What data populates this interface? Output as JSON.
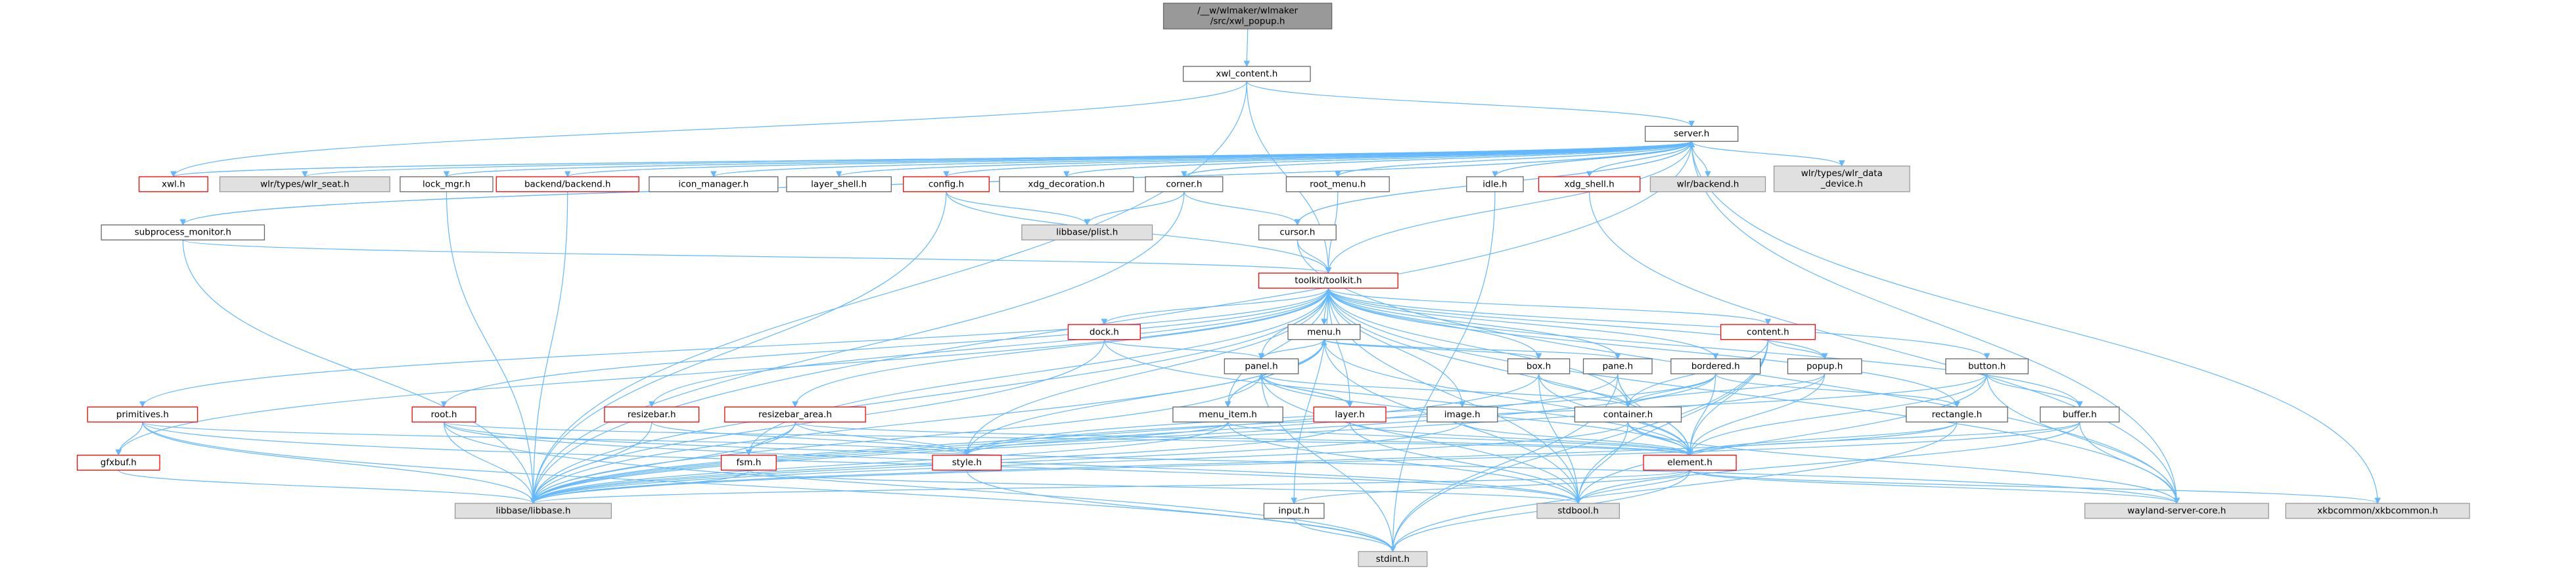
{
  "diagram": {
    "title": "",
    "colors": {
      "node_fill": "#ffffff",
      "node_stroke": "#666666",
      "node_text": "#000000",
      "external_fill": "#e0e0e0",
      "external_stroke": "#999999",
      "root_fill": "#999999",
      "root_stroke": "#666666",
      "incomplete_stroke": "#ff0000",
      "edge": "#63b8ff"
    },
    "nodes": [
      {
        "id": "root",
        "lines": [
          "/__w/wlmaker/wlmaker",
          "/src/xwl_popup.h"
        ],
        "kind": "root"
      },
      {
        "id": "xwl_content",
        "lines": [
          "xwl_content.h"
        ],
        "kind": "normal"
      },
      {
        "id": "server",
        "lines": [
          "server.h"
        ],
        "kind": "normal"
      },
      {
        "id": "xwl",
        "lines": [
          "xwl.h"
        ],
        "kind": "incomplete"
      },
      {
        "id": "wlr_seat",
        "lines": [
          "wlr/types/wlr_seat.h"
        ],
        "kind": "external"
      },
      {
        "id": "lock_mgr",
        "lines": [
          "lock_mgr.h"
        ],
        "kind": "normal"
      },
      {
        "id": "backend",
        "lines": [
          "backend/backend.h"
        ],
        "kind": "incomplete"
      },
      {
        "id": "icon_manager",
        "lines": [
          "icon_manager.h"
        ],
        "kind": "normal"
      },
      {
        "id": "layer_shell",
        "lines": [
          "layer_shell.h"
        ],
        "kind": "normal"
      },
      {
        "id": "config",
        "lines": [
          "config.h"
        ],
        "kind": "incomplete"
      },
      {
        "id": "xdg_decoration",
        "lines": [
          "xdg_decoration.h"
        ],
        "kind": "normal"
      },
      {
        "id": "corner",
        "lines": [
          "corner.h"
        ],
        "kind": "normal"
      },
      {
        "id": "root_menu",
        "lines": [
          "root_menu.h"
        ],
        "kind": "normal"
      },
      {
        "id": "idle",
        "lines": [
          "idle.h"
        ],
        "kind": "normal"
      },
      {
        "id": "xdg_shell",
        "lines": [
          "xdg_shell.h"
        ],
        "kind": "incomplete"
      },
      {
        "id": "wlr_backend",
        "lines": [
          "wlr/backend.h"
        ],
        "kind": "external"
      },
      {
        "id": "wlr_data_device",
        "lines": [
          "wlr/types/wlr_data",
          "_device.h"
        ],
        "kind": "external"
      },
      {
        "id": "subprocess_monitor",
        "lines": [
          "subprocess_monitor.h"
        ],
        "kind": "normal"
      },
      {
        "id": "plist",
        "lines": [
          "libbase/plist.h"
        ],
        "kind": "external"
      },
      {
        "id": "cursor",
        "lines": [
          "cursor.h"
        ],
        "kind": "normal"
      },
      {
        "id": "toolkit",
        "lines": [
          "toolkit/toolkit.h"
        ],
        "kind": "incomplete"
      },
      {
        "id": "dock",
        "lines": [
          "dock.h"
        ],
        "kind": "incomplete"
      },
      {
        "id": "menu",
        "lines": [
          "menu.h"
        ],
        "kind": "normal"
      },
      {
        "id": "content",
        "lines": [
          "content.h"
        ],
        "kind": "incomplete"
      },
      {
        "id": "box",
        "lines": [
          "box.h"
        ],
        "kind": "normal"
      },
      {
        "id": "panel",
        "lines": [
          "panel.h"
        ],
        "kind": "normal"
      },
      {
        "id": "pane",
        "lines": [
          "pane.h"
        ],
        "kind": "normal"
      },
      {
        "id": "bordered",
        "lines": [
          "bordered.h"
        ],
        "kind": "normal"
      },
      {
        "id": "popup",
        "lines": [
          "popup.h"
        ],
        "kind": "normal"
      },
      {
        "id": "button",
        "lines": [
          "button.h"
        ],
        "kind": "normal"
      },
      {
        "id": "primitives",
        "lines": [
          "primitives.h"
        ],
        "kind": "incomplete"
      },
      {
        "id": "root_h",
        "lines": [
          "root.h"
        ],
        "kind": "incomplete"
      },
      {
        "id": "resizebar",
        "lines": [
          "resizebar.h"
        ],
        "kind": "incomplete"
      },
      {
        "id": "resizebar_area",
        "lines": [
          "resizebar_area.h"
        ],
        "kind": "incomplete"
      },
      {
        "id": "menu_item",
        "lines": [
          "menu_item.h"
        ],
        "kind": "normal"
      },
      {
        "id": "layer",
        "lines": [
          "layer.h"
        ],
        "kind": "incomplete"
      },
      {
        "id": "image",
        "lines": [
          "image.h"
        ],
        "kind": "normal"
      },
      {
        "id": "container",
        "lines": [
          "container.h"
        ],
        "kind": "normal"
      },
      {
        "id": "rectangle",
        "lines": [
          "rectangle.h"
        ],
        "kind": "normal"
      },
      {
        "id": "buffer",
        "lines": [
          "buffer.h"
        ],
        "kind": "normal"
      },
      {
        "id": "gfxbuf",
        "lines": [
          "gfxbuf.h"
        ],
        "kind": "incomplete"
      },
      {
        "id": "fsm",
        "lines": [
          "fsm.h"
        ],
        "kind": "incomplete"
      },
      {
        "id": "style",
        "lines": [
          "style.h"
        ],
        "kind": "incomplete"
      },
      {
        "id": "element",
        "lines": [
          "element.h"
        ],
        "kind": "incomplete"
      },
      {
        "id": "libbase",
        "lines": [
          "libbase/libbase.h"
        ],
        "kind": "external"
      },
      {
        "id": "input",
        "lines": [
          "input.h"
        ],
        "kind": "normal"
      },
      {
        "id": "stdbool",
        "lines": [
          "stdbool.h"
        ],
        "kind": "external"
      },
      {
        "id": "wayland_server_core",
        "lines": [
          "wayland-server-core.h"
        ],
        "kind": "external"
      },
      {
        "id": "xkbcommon",
        "lines": [
          "xkbcommon/xkbcommon.h"
        ],
        "kind": "external"
      },
      {
        "id": "stdint",
        "lines": [
          "stdint.h"
        ],
        "kind": "external"
      }
    ],
    "edges": [
      [
        "root",
        "xwl_content"
      ],
      [
        "xwl_content",
        "server"
      ],
      [
        "xwl_content",
        "xwl"
      ],
      [
        "xwl_content",
        "toolkit"
      ],
      [
        "xwl_content",
        "libbase"
      ],
      [
        "server",
        "wlr_seat"
      ],
      [
        "server",
        "lock_mgr"
      ],
      [
        "server",
        "backend"
      ],
      [
        "server",
        "icon_manager"
      ],
      [
        "server",
        "layer_shell"
      ],
      [
        "server",
        "config"
      ],
      [
        "server",
        "xdg_decoration"
      ],
      [
        "server",
        "corner"
      ],
      [
        "server",
        "root_menu"
      ],
      [
        "server",
        "idle"
      ],
      [
        "server",
        "xdg_shell"
      ],
      [
        "server",
        "wlr_backend"
      ],
      [
        "server",
        "wlr_data_device"
      ],
      [
        "server",
        "xwl"
      ],
      [
        "server",
        "subprocess_monitor"
      ],
      [
        "server",
        "cursor"
      ],
      [
        "server",
        "toolkit"
      ],
      [
        "server",
        "libbase"
      ],
      [
        "server",
        "wayland_server_core"
      ],
      [
        "server",
        "xkbcommon"
      ],
      [
        "xwl",
        "server"
      ],
      [
        "lock_mgr",
        "server"
      ],
      [
        "lock_mgr",
        "libbase"
      ],
      [
        "backend",
        "server"
      ],
      [
        "backend",
        "libbase"
      ],
      [
        "icon_manager",
        "server"
      ],
      [
        "layer_shell",
        "server"
      ],
      [
        "config",
        "libbase"
      ],
      [
        "config",
        "plist"
      ],
      [
        "config",
        "toolkit"
      ],
      [
        "config",
        "server"
      ],
      [
        "xdg_decoration",
        "server"
      ],
      [
        "corner",
        "server"
      ],
      [
        "corner",
        "cursor"
      ],
      [
        "corner",
        "plist"
      ],
      [
        "corner",
        "libbase"
      ],
      [
        "root_menu",
        "server"
      ],
      [
        "root_menu",
        "toolkit"
      ],
      [
        "idle",
        "server"
      ],
      [
        "idle",
        "stdint"
      ],
      [
        "xdg_shell",
        "server"
      ],
      [
        "xdg_shell",
        "wayland_server_core"
      ],
      [
        "subprocess_monitor",
        "server"
      ],
      [
        "subprocess_monitor",
        "toolkit"
      ],
      [
        "subprocess_monitor",
        "libbase"
      ],
      [
        "cursor",
        "server"
      ],
      [
        "cursor",
        "toolkit"
      ],
      [
        "cursor",
        "wayland_server_core"
      ],
      [
        "toolkit",
        "dock"
      ],
      [
        "toolkit",
        "menu"
      ],
      [
        "toolkit",
        "content"
      ],
      [
        "toolkit",
        "box"
      ],
      [
        "toolkit",
        "panel"
      ],
      [
        "toolkit",
        "pane"
      ],
      [
        "toolkit",
        "bordered"
      ],
      [
        "toolkit",
        "popup"
      ],
      [
        "toolkit",
        "button"
      ],
      [
        "toolkit",
        "primitives"
      ],
      [
        "toolkit",
        "root_h"
      ],
      [
        "toolkit",
        "resizebar"
      ],
      [
        "toolkit",
        "resizebar_area"
      ],
      [
        "toolkit",
        "menu_item"
      ],
      [
        "toolkit",
        "layer"
      ],
      [
        "toolkit",
        "image"
      ],
      [
        "toolkit",
        "container"
      ],
      [
        "toolkit",
        "rectangle"
      ],
      [
        "toolkit",
        "buffer"
      ],
      [
        "toolkit",
        "gfxbuf"
      ],
      [
        "toolkit",
        "fsm"
      ],
      [
        "toolkit",
        "style"
      ],
      [
        "toolkit",
        "element"
      ],
      [
        "toolkit",
        "input"
      ],
      [
        "toolkit",
        "libbase"
      ],
      [
        "toolkit",
        "wayland_server_core"
      ],
      [
        "toolkit",
        "stdbool"
      ],
      [
        "dock",
        "panel"
      ],
      [
        "dock",
        "element"
      ],
      [
        "dock",
        "libbase"
      ],
      [
        "menu",
        "box"
      ],
      [
        "menu",
        "menu_item"
      ],
      [
        "menu",
        "panel"
      ],
      [
        "menu",
        "pane"
      ],
      [
        "menu",
        "style"
      ],
      [
        "menu",
        "element"
      ],
      [
        "menu",
        "libbase"
      ],
      [
        "menu",
        "stdbool"
      ],
      [
        "content",
        "popup"
      ],
      [
        "content",
        "container"
      ],
      [
        "content",
        "element"
      ],
      [
        "content",
        "stdint"
      ],
      [
        "content",
        "stdbool"
      ],
      [
        "box",
        "container"
      ],
      [
        "box",
        "element"
      ],
      [
        "box",
        "stdbool"
      ],
      [
        "box",
        "libbase"
      ],
      [
        "panel",
        "layer"
      ],
      [
        "panel",
        "element"
      ],
      [
        "panel",
        "container"
      ],
      [
        "panel",
        "libbase"
      ],
      [
        "panel",
        "stdint"
      ],
      [
        "panel",
        "stdbool"
      ],
      [
        "pane",
        "container"
      ],
      [
        "pane",
        "element"
      ],
      [
        "pane",
        "libbase"
      ],
      [
        "pane",
        "stdint"
      ],
      [
        "bordered",
        "container"
      ],
      [
        "bordered",
        "rectangle"
      ],
      [
        "bordered",
        "element"
      ],
      [
        "bordered",
        "style"
      ],
      [
        "bordered",
        "libbase"
      ],
      [
        "popup",
        "container"
      ],
      [
        "popup",
        "element"
      ],
      [
        "popup",
        "libbase"
      ],
      [
        "button",
        "buffer"
      ],
      [
        "button",
        "element"
      ],
      [
        "button",
        "style"
      ],
      [
        "button",
        "stdbool"
      ],
      [
        "button",
        "wayland_server_core"
      ],
      [
        "primitives",
        "gfxbuf"
      ],
      [
        "primitives",
        "style"
      ],
      [
        "primitives",
        "libbase"
      ],
      [
        "primitives",
        "stdint"
      ],
      [
        "primitives",
        "stdbool"
      ],
      [
        "root_h",
        "element"
      ],
      [
        "root_h",
        "libbase"
      ],
      [
        "root_h",
        "stdint"
      ],
      [
        "root_h",
        "stdbool"
      ],
      [
        "root_h",
        "wayland_server_core"
      ],
      [
        "resizebar",
        "style"
      ],
      [
        "resizebar",
        "libbase"
      ],
      [
        "resizebar_area",
        "style"
      ],
      [
        "resizebar_area",
        "fsm"
      ],
      [
        "resizebar_area",
        "element"
      ],
      [
        "resizebar_area",
        "libbase"
      ],
      [
        "menu_item",
        "menu"
      ],
      [
        "menu_item",
        "style"
      ],
      [
        "menu_item",
        "element"
      ],
      [
        "menu_item",
        "libbase"
      ],
      [
        "menu_item",
        "stdbool"
      ],
      [
        "layer",
        "panel"
      ],
      [
        "layer",
        "element"
      ],
      [
        "layer",
        "libbase"
      ],
      [
        "layer",
        "stdbool"
      ],
      [
        "image",
        "element"
      ],
      [
        "image",
        "libbase"
      ],
      [
        "container",
        "element"
      ],
      [
        "container",
        "libbase"
      ],
      [
        "container",
        "wayland_server_core"
      ],
      [
        "container",
        "stdbool"
      ],
      [
        "rectangle",
        "element"
      ],
      [
        "rectangle",
        "libbase"
      ],
      [
        "rectangle",
        "stdint"
      ],
      [
        "buffer",
        "element"
      ],
      [
        "buffer",
        "libbase"
      ],
      [
        "buffer",
        "wayland_server_core"
      ],
      [
        "buffer",
        "stdbool"
      ],
      [
        "gfxbuf",
        "libbase"
      ],
      [
        "fsm",
        "libbase"
      ],
      [
        "fsm",
        "stdbool"
      ],
      [
        "style",
        "stdint"
      ],
      [
        "element",
        "input"
      ],
      [
        "element",
        "libbase"
      ],
      [
        "element",
        "stdbool"
      ],
      [
        "element",
        "stdint"
      ],
      [
        "element",
        "wayland_server_core"
      ],
      [
        "element",
        "xkbcommon"
      ],
      [
        "input",
        "stdint"
      ]
    ]
  }
}
